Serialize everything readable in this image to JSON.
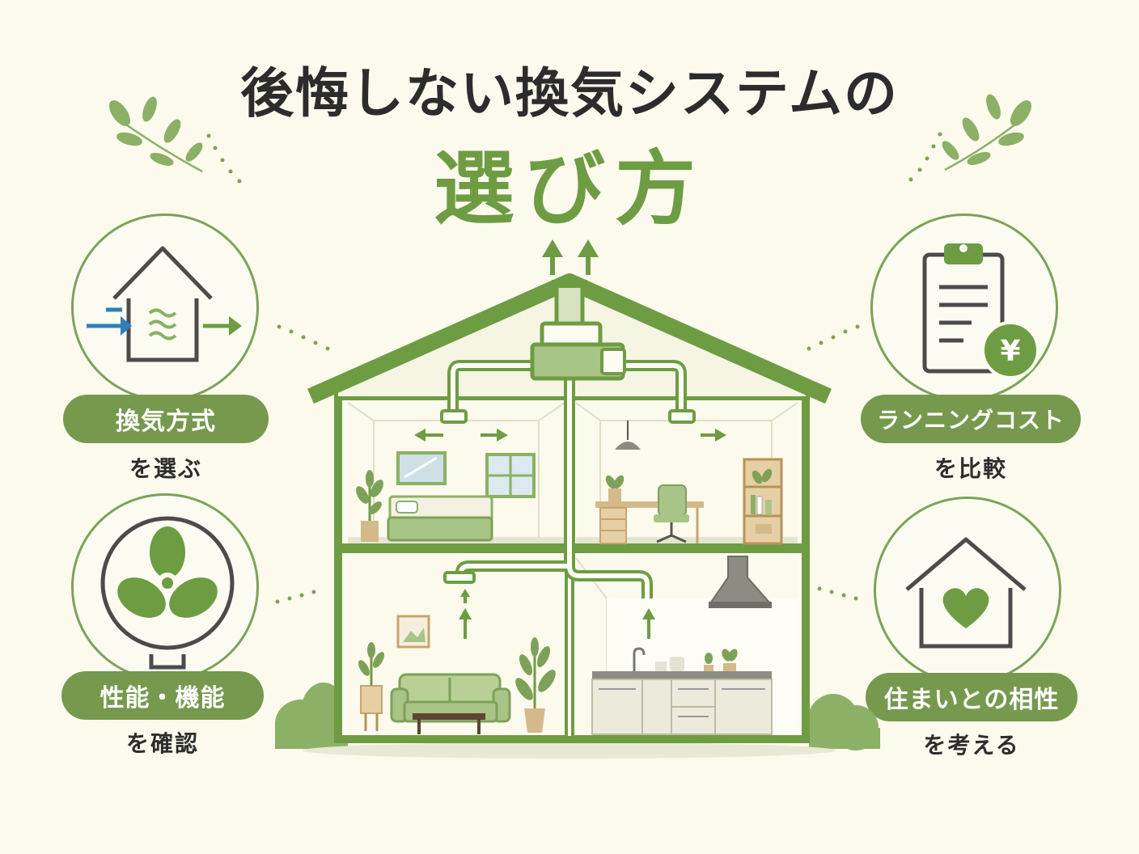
{
  "title": {
    "main": "後悔しない換気システムの",
    "sub": "選び方"
  },
  "points": [
    {
      "label": "換気方式",
      "sub": "を選ぶ",
      "icon": "house-airflow-icon"
    },
    {
      "label": "性能・機能",
      "sub": "を確認",
      "icon": "fan-icon"
    },
    {
      "label": "ランニングコスト",
      "sub": "を比較",
      "icon": "clipboard-yen-icon",
      "icon_text": "¥"
    },
    {
      "label": "住まいとの相性",
      "sub": "を考える",
      "icon": "house-heart-icon"
    }
  ],
  "colors": {
    "background": "#fbfaed",
    "accent_green": "#6e9c43",
    "pill_green": "#76994e",
    "arrow_blue": "#2f7fb8",
    "text_dark": "#2c2c2c"
  }
}
